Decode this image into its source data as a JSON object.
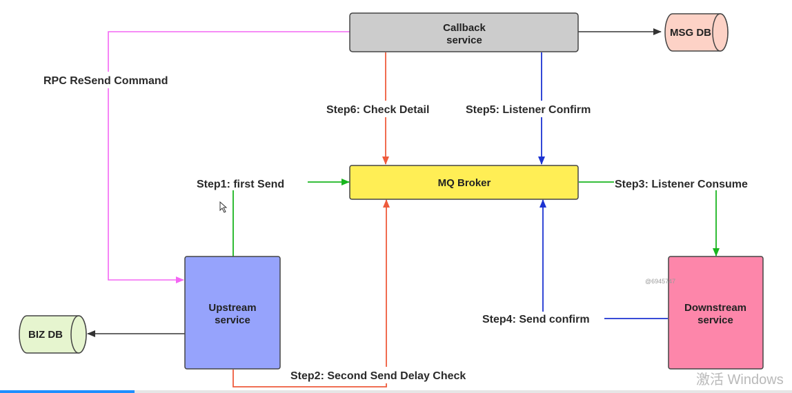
{
  "nodes": {
    "callback": {
      "line1": "Callback",
      "line2": "service"
    },
    "msg_db": "MSG DB",
    "mq_broker": "MQ Broker",
    "upstream": {
      "line1": "Upstream",
      "line2": "service"
    },
    "downstream": {
      "line1": "Downstream",
      "line2": "service"
    },
    "biz_db": "BIZ DB"
  },
  "edges": {
    "rpc_resend": "RPC ReSend Command",
    "step1": "Step1:  first Send",
    "step2": "Step2:  Second Send Delay Check",
    "step3": "Step3:  Listener Consume",
    "step4": "Step4:  Send confirm",
    "step5": "Step5:  Listener Confirm",
    "step6": "Step6:  Check Detail"
  },
  "overlay": {
    "watermark": "激活 Windows",
    "mark_id": "@6945747",
    "progress_fraction": 0.17
  },
  "colors": {
    "callback_fill": "#cccccc",
    "msg_db_fill": "#fdd2c6",
    "mq_fill": "#ffee55",
    "upstream_fill": "#96a3fc",
    "downstream_fill": "#fd86aa",
    "biz_db_fill": "#e6f5cf",
    "green": "#18b51e",
    "red": "#ee5b3c",
    "blue": "#1c33d1",
    "magenta": "#f466f4",
    "black": "#333333"
  }
}
